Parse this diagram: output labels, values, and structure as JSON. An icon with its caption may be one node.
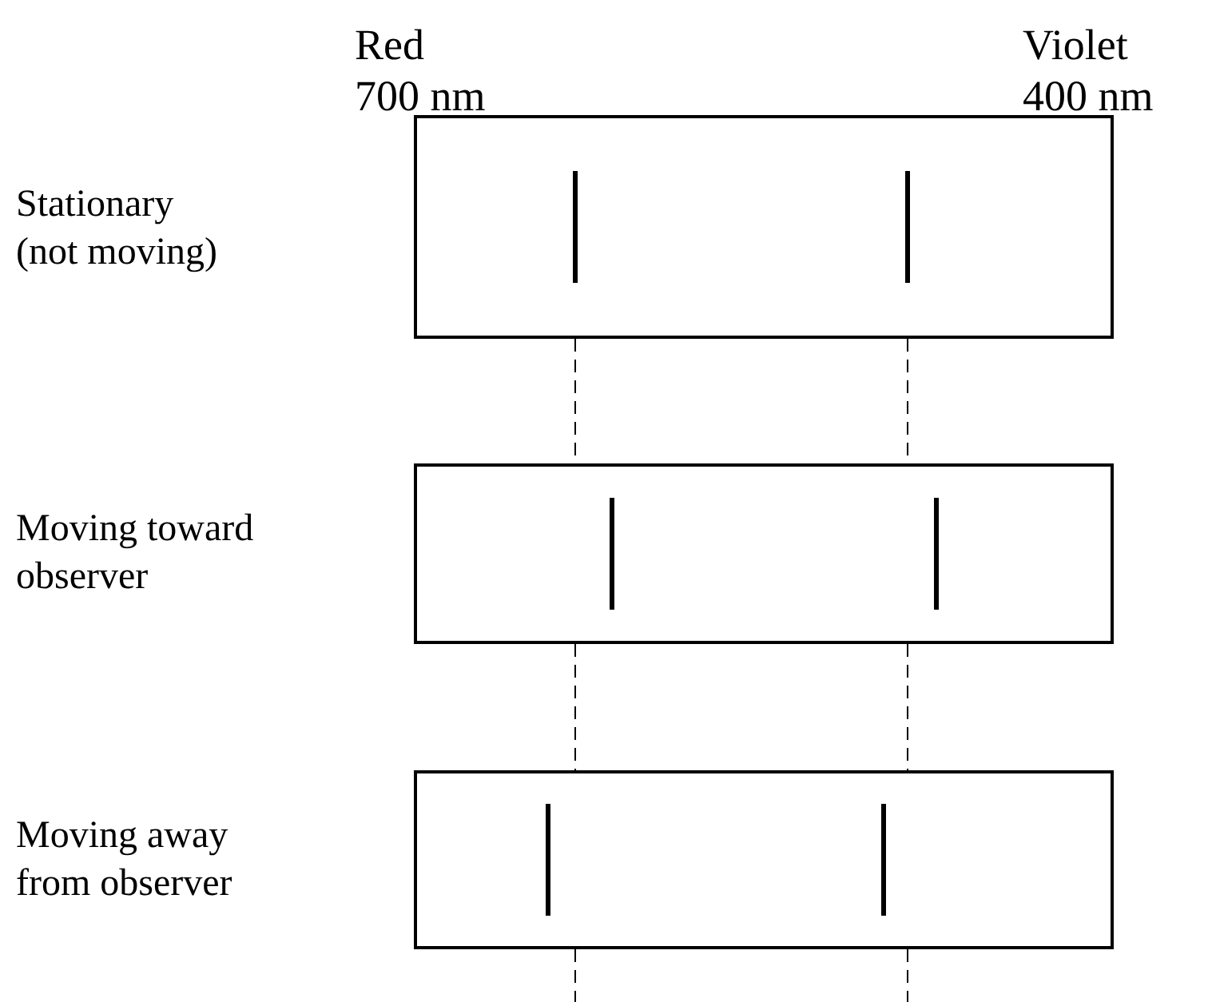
{
  "diagram": {
    "nodes": [
      {
        "text": [],
        "shape": "box"
      },
      {
        "text": [],
        "shape": "box"
      },
      {
        "text": [],
        "shape": "box"
      }
    ],
    "edges": [
      {
        "from": 0,
        "to": 1,
        "arrow": "none",
        "style": "dashed"
      },
      {
        "from": 0,
        "to": 1,
        "arrow": "none",
        "style": "dashed"
      },
      {
        "from": 1,
        "to": 2,
        "arrow": "none",
        "style": "dashed"
      },
      {
        "from": 1,
        "to": 2,
        "arrow": "none",
        "style": "dashed"
      },
      {
        "from": 2,
        "to": null,
        "arrow": "none",
        "style": "dashed"
      },
      {
        "from": 2,
        "to": null,
        "arrow": "none",
        "style": "dashed"
      }
    ],
    "labels": [
      "Red 700 nm",
      "Violet 400 nm",
      "Stationary (not moving)",
      "Moving toward observer",
      "Moving away from observer"
    ]
  }
}
